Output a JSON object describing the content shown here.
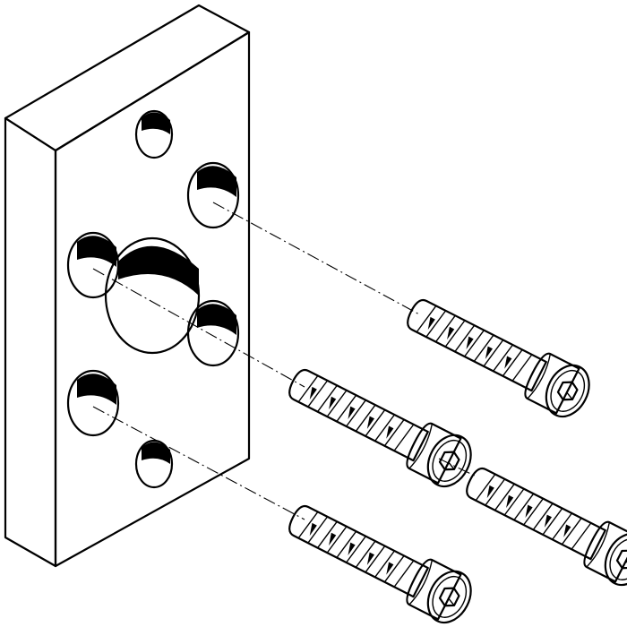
{
  "diagram": {
    "subject": "mounting-plate-with-socket-head-screws",
    "parts": {
      "plate": {
        "holes": 7,
        "large_holes": 1
      },
      "screws": {
        "count": 4,
        "head_type": "hexagon-socket",
        "thread": "full"
      }
    },
    "colors": {
      "line": "#000000",
      "fill": "#ffffff",
      "shadow": "#000000"
    },
    "icons": [
      "hex-socket-icon"
    ]
  }
}
